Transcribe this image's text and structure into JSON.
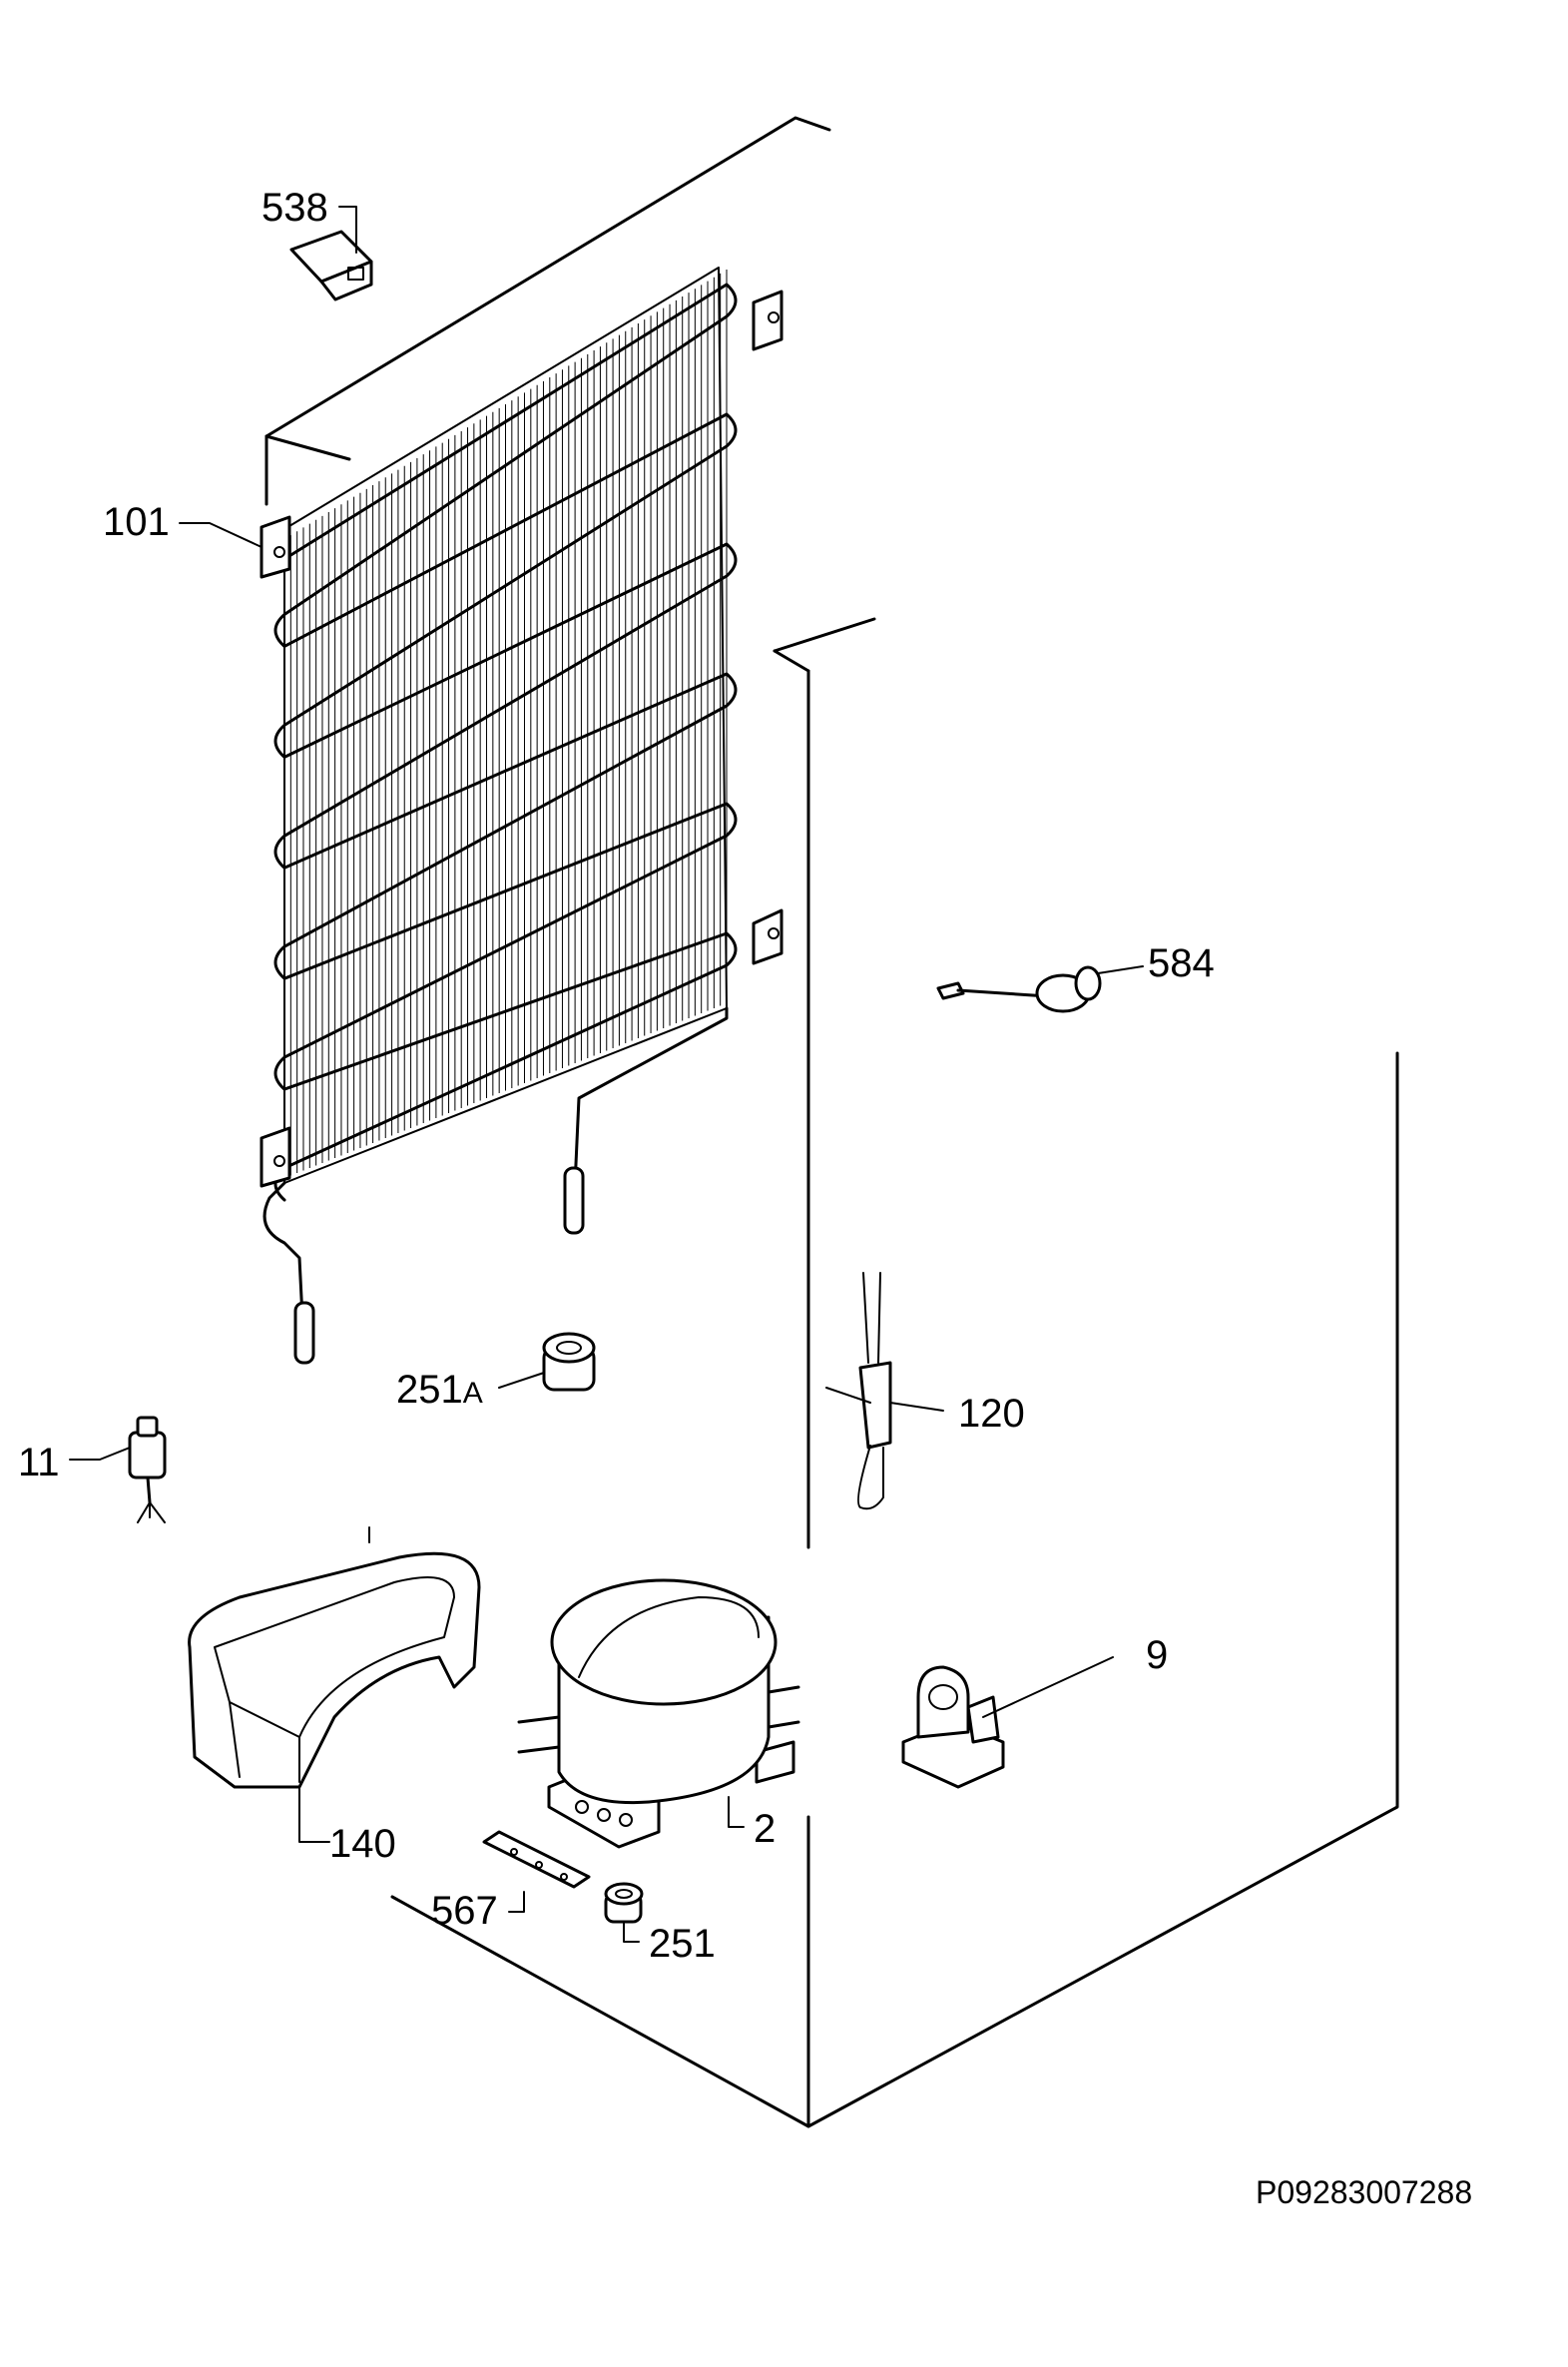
{
  "diagram": {
    "reference_code": "P09283007288",
    "parts": [
      {
        "id": "538",
        "label": "538"
      },
      {
        "id": "101",
        "label": "101"
      },
      {
        "id": "584",
        "label": "584"
      },
      {
        "id": "251A",
        "label": "251",
        "suffix": "A"
      },
      {
        "id": "120",
        "label": "120"
      },
      {
        "id": "11",
        "label": "11"
      },
      {
        "id": "9",
        "label": "9"
      },
      {
        "id": "140",
        "label": "140"
      },
      {
        "id": "2",
        "label": "2"
      },
      {
        "id": "567",
        "label": "567"
      },
      {
        "id": "251",
        "label": "251"
      }
    ]
  }
}
